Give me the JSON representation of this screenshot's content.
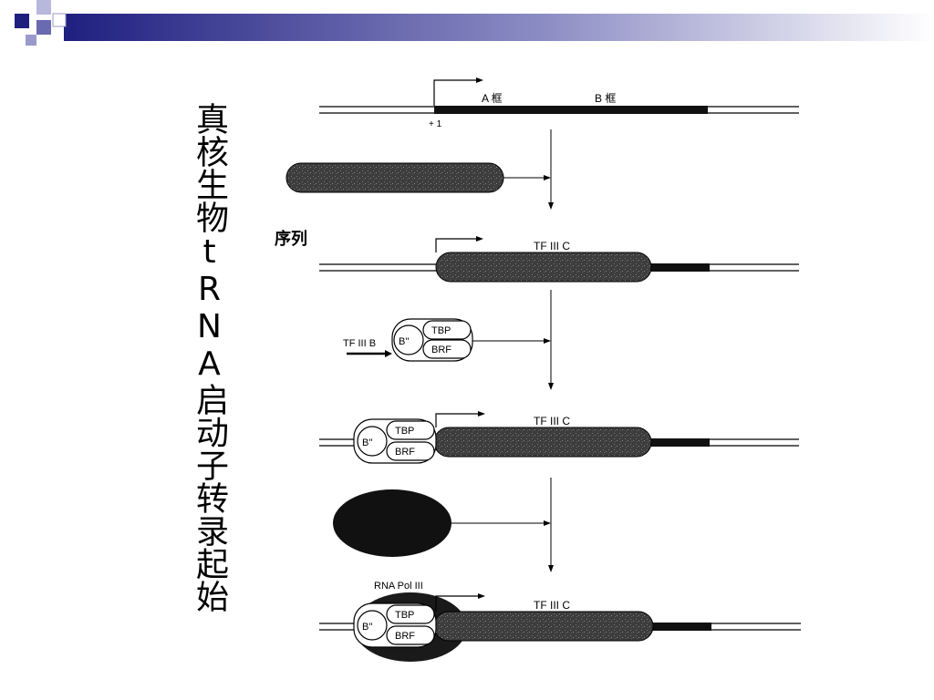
{
  "title": "真核生物tRNA启动子转录起始",
  "labels": {
    "box_a": "A 框",
    "box_b": "B 框",
    "plus_one": "+ 1",
    "fragment": "序列",
    "tf3c_1": "TF III C",
    "tf3b": "TF III B",
    "bpp": "B''",
    "tbp": "TBP",
    "brf": "BRF",
    "tf3c_2": "TF III C",
    "rna_pol3": "RNA Pol III",
    "tf3c_3": "TF III C"
  },
  "colors": {
    "header_dark": "#1a1a7a",
    "header_light": "#9999cc",
    "blob": "#3a3a3a",
    "dark_fill": "#111111"
  }
}
